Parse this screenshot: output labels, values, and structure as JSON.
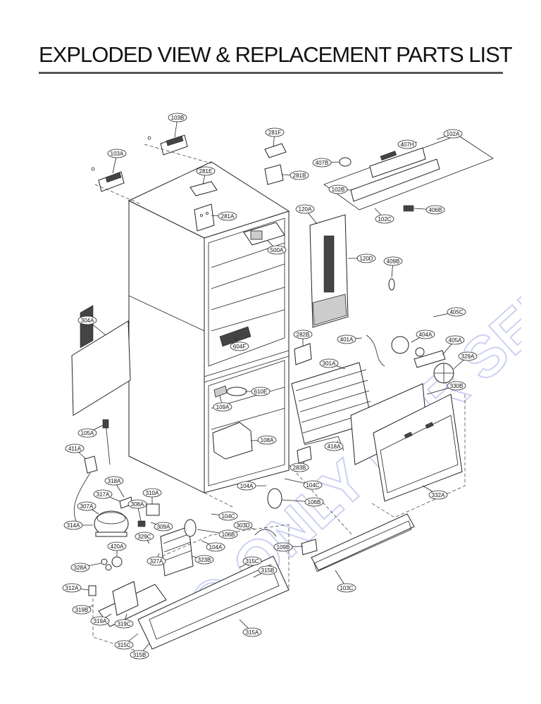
{
  "page": {
    "title": "EXPLODED VIEW & REPLACEMENT PARTS LIST",
    "watermark": "© ONLY FOR SERVICE .CZ"
  },
  "colors": {
    "line": "#222222",
    "title_rule": "#555555",
    "watermark": "#c8cdf0"
  },
  "parts": [
    {
      "id": "p103B_top",
      "label": "103B"
    },
    {
      "id": "p281F",
      "label": "281F"
    },
    {
      "id": "p102A",
      "label": "102A"
    },
    {
      "id": "p103A",
      "label": "103A"
    },
    {
      "id": "p407H",
      "label": "407H"
    },
    {
      "id": "p407B",
      "label": "407B"
    },
    {
      "id": "p281E",
      "label": "281E"
    },
    {
      "id": "p281B",
      "label": "281B"
    },
    {
      "id": "p102B",
      "label": "102B"
    },
    {
      "id": "p406B",
      "label": "406B"
    },
    {
      "id": "p120A",
      "label": "120A"
    },
    {
      "id": "p281A",
      "label": "281A"
    },
    {
      "id": "p102C",
      "label": "102C"
    },
    {
      "id": "p500A",
      "label": "500A"
    },
    {
      "id": "p120D",
      "label": "120D"
    },
    {
      "id": "p409B",
      "label": "409B"
    },
    {
      "id": "p405C",
      "label": "405C"
    },
    {
      "id": "p304A",
      "label": "304A"
    },
    {
      "id": "p282B",
      "label": "282B"
    },
    {
      "id": "p401A",
      "label": "401A"
    },
    {
      "id": "p404A",
      "label": "404A"
    },
    {
      "id": "p604F",
      "label": "604F"
    },
    {
      "id": "p405A",
      "label": "405A"
    },
    {
      "id": "p329A",
      "label": "329A"
    },
    {
      "id": "p301A",
      "label": "301A"
    },
    {
      "id": "p330B",
      "label": "330B"
    },
    {
      "id": "p610E",
      "label": "610E"
    },
    {
      "id": "p109A",
      "label": "109A"
    },
    {
      "id": "p105A",
      "label": "105A"
    },
    {
      "id": "p108A",
      "label": "108A"
    },
    {
      "id": "p418A",
      "label": "418A"
    },
    {
      "id": "p411A",
      "label": "411A"
    },
    {
      "id": "p283B",
      "label": "283B"
    },
    {
      "id": "p318A",
      "label": "318A"
    },
    {
      "id": "p104A_a",
      "label": "104A"
    },
    {
      "id": "p104C_a",
      "label": "104C"
    },
    {
      "id": "p317A",
      "label": "317A"
    },
    {
      "id": "p310A",
      "label": "310A"
    },
    {
      "id": "p332A",
      "label": "332A"
    },
    {
      "id": "p308A",
      "label": "308A"
    },
    {
      "id": "p106B_a",
      "label": "106B"
    },
    {
      "id": "p307A",
      "label": "307A"
    },
    {
      "id": "p104C_b",
      "label": "104C"
    },
    {
      "id": "p309A",
      "label": "309A"
    },
    {
      "id": "p303D",
      "label": "303D"
    },
    {
      "id": "p314A",
      "label": "314A"
    },
    {
      "id": "p106B_b",
      "label": "106B"
    },
    {
      "id": "p329C",
      "label": "329C"
    },
    {
      "id": "p420A",
      "label": "420A"
    },
    {
      "id": "p104A_b",
      "label": "104A"
    },
    {
      "id": "p109B",
      "label": "109B"
    },
    {
      "id": "p327A",
      "label": "327A"
    },
    {
      "id": "p323B",
      "label": "323B"
    },
    {
      "id": "p315C_a",
      "label": "315C"
    },
    {
      "id": "p328A",
      "label": "328A"
    },
    {
      "id": "p315B_a",
      "label": "315B"
    },
    {
      "id": "p103C",
      "label": "103C"
    },
    {
      "id": "p312A",
      "label": "312A"
    },
    {
      "id": "p319B",
      "label": "319B"
    },
    {
      "id": "p319A",
      "label": "319A"
    },
    {
      "id": "p319C",
      "label": "319C"
    },
    {
      "id": "p315A",
      "label": "315A"
    },
    {
      "id": "p315C_b",
      "label": "315C"
    },
    {
      "id": "p315B_b",
      "label": "315B"
    }
  ]
}
